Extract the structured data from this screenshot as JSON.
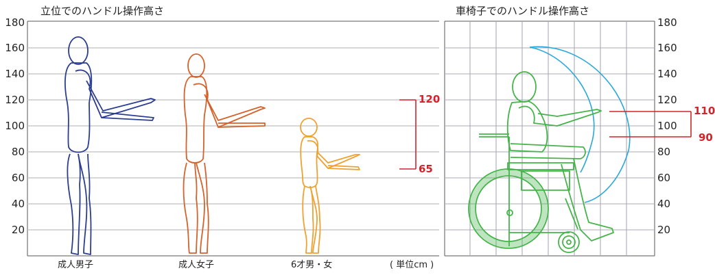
{
  "left_panel": {
    "title": "立位でのハンドル操作高さ",
    "y_ticks": [
      "180",
      "160",
      "140",
      "120",
      "100",
      "80",
      "60",
      "40",
      "20"
    ],
    "figures": [
      {
        "label": "成人男子",
        "color": "#2b3d8f"
      },
      {
        "label": "成人女子",
        "color": "#d4622a"
      },
      {
        "label": "6才男・女",
        "color": "#f0a030"
      }
    ],
    "unit_note": "( 単位cm )",
    "range_labels": {
      "high": "120",
      "low": "65"
    }
  },
  "right_panel": {
    "title": "車椅子でのハンドル操作高さ",
    "y_ticks": [
      "180",
      "160",
      "140",
      "120",
      "100",
      "80",
      "60",
      "40",
      "20"
    ],
    "figure_color": "#44b44a",
    "arc_color": "#29a8d8",
    "range_labels": {
      "high": "110",
      "low": "90"
    }
  },
  "colors": {
    "accent_red": "#d2232a",
    "grid": "#bfbfbf"
  }
}
